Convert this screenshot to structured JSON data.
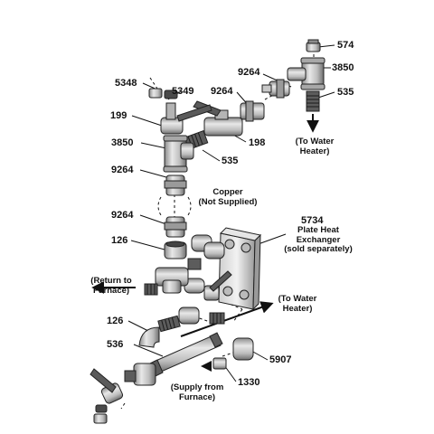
{
  "parts": {
    "p574": "574",
    "p3850_top": "3850",
    "p9264_top_right": "9264",
    "p535_top": "535",
    "p5348": "5348",
    "p5349": "5349",
    "p9264_top_mid": "9264",
    "p199": "199",
    "p3850_left": "3850",
    "p198": "198",
    "p535_mid": "535",
    "p9264_left_upper": "9264",
    "p9264_left_lower": "9264",
    "p126_upper": "126",
    "p5734": "5734",
    "p126_lower": "126",
    "p536": "536",
    "p5907": "5907",
    "p1330": "1330"
  },
  "notes": {
    "to_water_heater_top": [
      "(To Water",
      "Heater)"
    ],
    "copper": [
      "Copper",
      "(Not Supplied)"
    ],
    "plate_heat_exchanger": [
      "Plate Heat",
      "Exchanger",
      "(sold separately)"
    ],
    "return_to_furnace": [
      "(Return to",
      "Furnace)"
    ],
    "to_water_heater_bottom": [
      "(To Water",
      "Heater)"
    ],
    "supply_from_furnace": [
      "(Supply from",
      "Furnace)"
    ]
  },
  "colors": {
    "metal_light": "#d9d9d9",
    "metal_mid": "#a6a6a6",
    "metal_dark": "#5a5a5a",
    "outline": "#222222",
    "handle_red": "#5a5a5a"
  }
}
